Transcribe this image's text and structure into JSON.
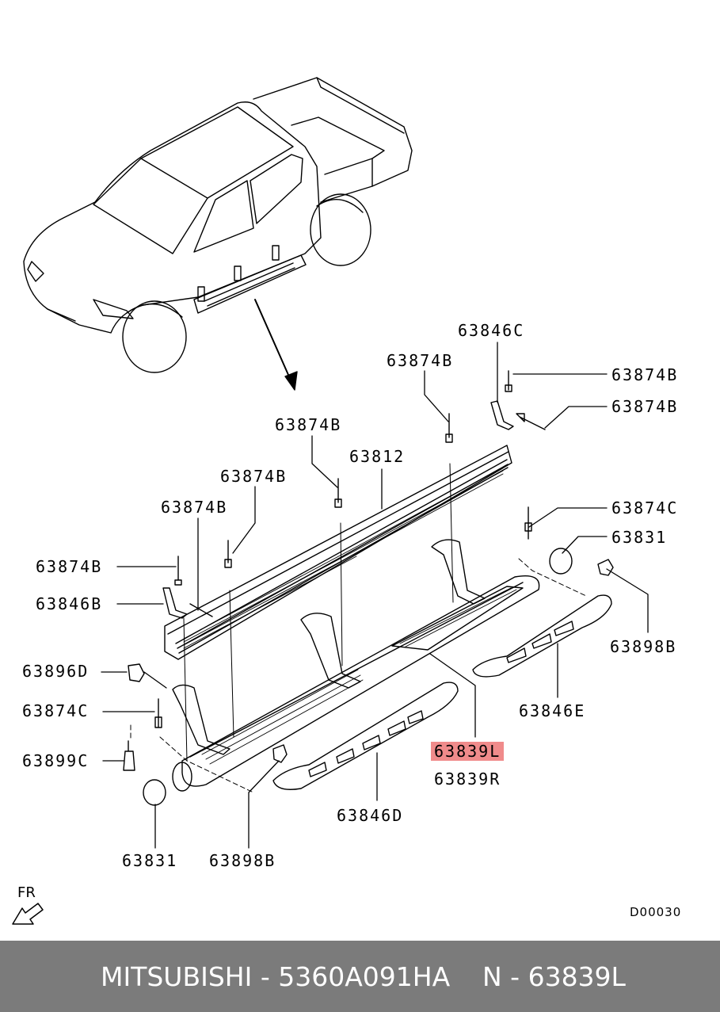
{
  "labels": {
    "l_63846c": "63846C",
    "l_63874b_top_mid": "63874B",
    "l_63874b_r1": "63874B",
    "l_63874b_r2": "63874B",
    "l_63874b_mid": "63874B",
    "l_63812": "63812",
    "l_63874b_l3": "63874B",
    "l_63874b_l2": "63874B",
    "l_63874c_r": "63874C",
    "l_63831_r": "63831",
    "l_63874b_l1": "63874B",
    "l_63846b": "63846B",
    "l_63898b_r": "63898B",
    "l_63896d": "63896D",
    "l_63846e": "63846E",
    "l_63874c_l": "63874C",
    "l_63839l": "63839L",
    "l_63899c": "63899C",
    "l_63839r": "63839R",
    "l_63846d": "63846D",
    "l_63831_l": "63831",
    "l_63898b_l": "63898B"
  },
  "diagram_code": "D00030",
  "direction_label": "FR",
  "footer": {
    "brand_part": "MITSUBISHI - 5360A091HA",
    "ref": "N - 63839L"
  }
}
